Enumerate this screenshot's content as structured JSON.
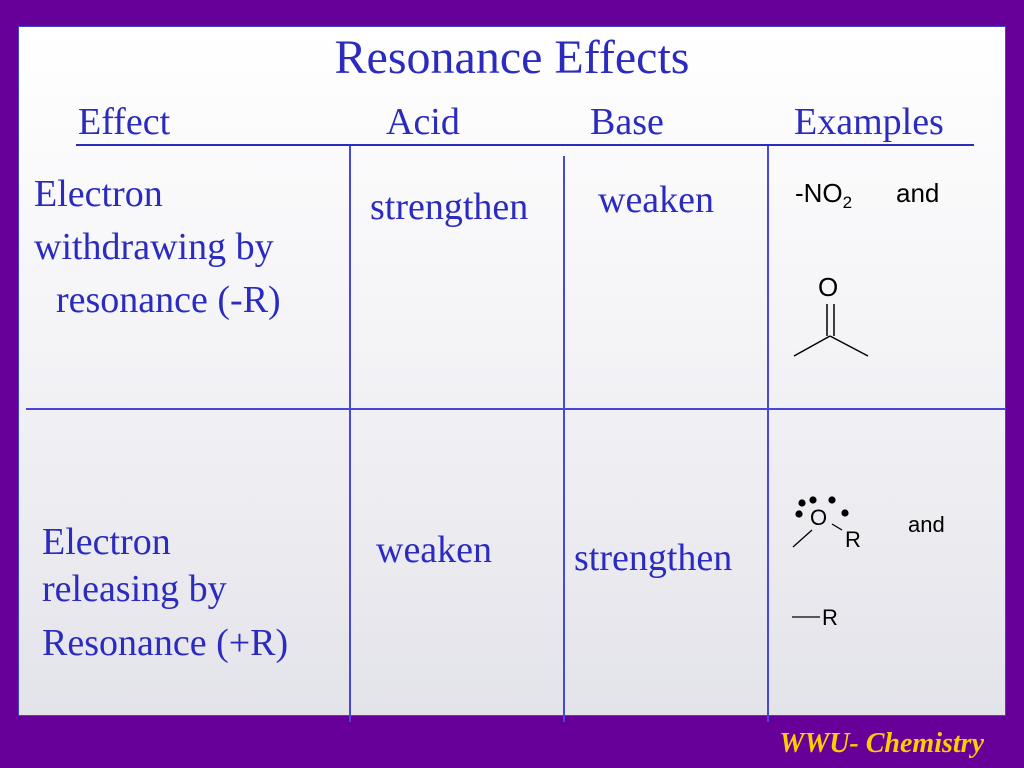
{
  "title": "Resonance Effects",
  "headers": {
    "effect": "Effect",
    "acid": "Acid",
    "base": "Base",
    "examples": "Examples"
  },
  "rows": [
    {
      "effect_lines": [
        "Electron",
        "withdrawing by",
        "resonance (-R)"
      ],
      "acid": "strengthen",
      "base": "weaken",
      "examples": {
        "group": "-NO",
        "subscript": "2",
        "connector": "and",
        "atom": "O"
      }
    },
    {
      "effect_lines": [
        "Electron",
        "releasing by",
        "Resonance (+R)"
      ],
      "acid": "weaken",
      "base": "strengthen",
      "examples": {
        "atom": "O",
        "r1": "R",
        "connector": "and",
        "r2": "R"
      }
    }
  ],
  "footer": "WWU- Chemistry",
  "colors": {
    "background": "#660099",
    "text": "#2b2bbf",
    "footer": "#ffcc00"
  }
}
